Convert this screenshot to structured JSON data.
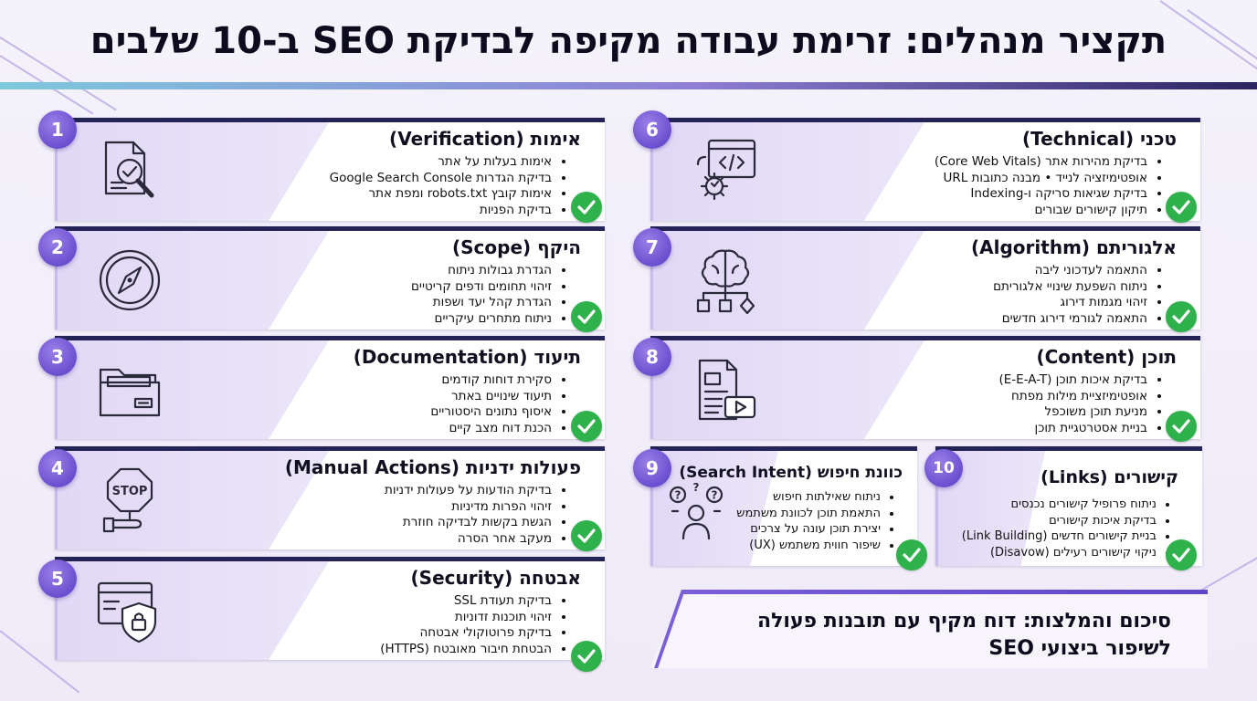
{
  "title": "תקציר מנהלים: זרימת עבודה מקיפה לבדיקת SEO ב-10 שלבים",
  "colors": {
    "accent": "#6a4fcf",
    "navy": "#242355",
    "check": "#2fb14c"
  },
  "steps": [
    {
      "number": "1",
      "title": "אימות (Verification)",
      "icon": "document-search-icon",
      "items": [
        "אימות בעלות על אתר",
        "בדיקת הגדרות Google Search Console",
        "אימות קובץ robots.txt ומפת אתר",
        "בדיקת הפניות"
      ]
    },
    {
      "number": "2",
      "title": "היקף (Scope)",
      "icon": "compass-icon",
      "items": [
        "הגדרת גבולות ניתוח",
        "זיהוי תחומים ודפים קריטיים",
        "הגדרת קהל יעד ושפות",
        "ניתוח מתחרים עיקריים"
      ]
    },
    {
      "number": "3",
      "title": "תיעוד (Documentation)",
      "icon": "folder-icon",
      "items": [
        "סקירת דוחות קודמים",
        "תיעוד שינויים באתר",
        "איסוף נתונים היסטוריים",
        "הכנת דוח מצב קיים"
      ]
    },
    {
      "number": "4",
      "title": "פעולות ידניות (Manual Actions)",
      "icon": "stop-sign-icon",
      "items": [
        "בדיקת הודעות על פעולות ידניות",
        "זיהוי הפרות מדיניות",
        "הגשת בקשות לבדיקה חוזרת",
        "מעקב אחר הסרה"
      ]
    },
    {
      "number": "5",
      "title": "אבטחה (Security)",
      "icon": "shield-lock-icon",
      "items": [
        "בדיקת תעודת SSL",
        "זיהוי תוכנות זדוניות",
        "בדיקת פרוטוקולי אבטחה",
        "הבטחת חיבור מאובטח (HTTPS)"
      ]
    },
    {
      "number": "6",
      "title": "טכני (Technical)",
      "icon": "code-gear-icon",
      "items": [
        "בדיקת מהירות אתר (Core Web Vitals)",
        "אופטימיזציה לנייד  •  מבנה כתובות URL",
        "בדיקת שגיאות סריקה ו-Indexing",
        "תיקון קישורים שבורים"
      ]
    },
    {
      "number": "7",
      "title": "אלגוריתם (Algorithm)",
      "icon": "brain-flow-icon",
      "items": [
        "התאמה לעדכוני ליבה",
        "ניתוח השפעת שינויי אלגוריתם",
        "זיהוי מגמות דירוג",
        "התאמה לגורמי דירוג חדשים"
      ]
    },
    {
      "number": "8",
      "title": "תוכן (Content)",
      "icon": "content-video-icon",
      "items": [
        "בדיקת איכות תוכן (E-E-A-T)",
        "אופטימיזציית מילות מפתח",
        "מניעת תוכן משוכפל",
        "בניית אסטרטגיית תוכן"
      ]
    },
    {
      "number": "9",
      "title": "כוונת חיפוש (Search Intent)",
      "icon": "user-question-icon",
      "items": [
        "ניתוח שאילתות חיפוש",
        "התאמת תוכן לכוונת משתמש",
        "יצירת תוכן עונה על צרכים",
        "שיפור חווית משתמש (UX)"
      ]
    },
    {
      "number": "10",
      "title": "קישורים (Links)",
      "icon": "link-icon",
      "items": [
        "ניתוח פרופיל קישורים נכנסים",
        "בדיקת איכות קישורים",
        "בניית קישורים חדשים (Link Building)",
        "ניקוי קישורים רעילים (Disavow)"
      ]
    }
  ],
  "summary": {
    "line1": "סיכום והמלצות: דוח מקיף עם תובנות פעולה",
    "line2": "לשיפור ביצועי SEO"
  }
}
